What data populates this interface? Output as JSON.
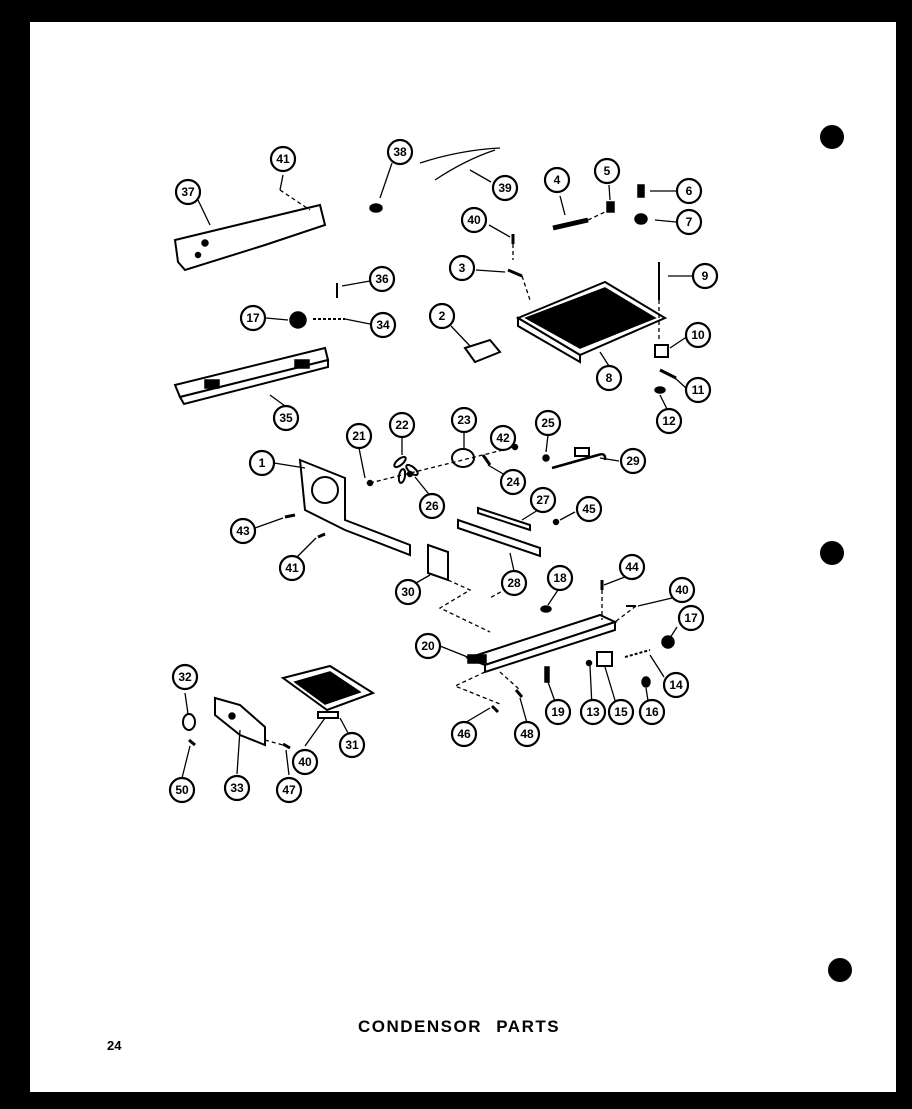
{
  "page": {
    "title": "CONDENSOR PARTS",
    "page_number": "24"
  },
  "callouts": [
    "41",
    "37",
    "38",
    "39",
    "4",
    "5",
    "6",
    "7",
    "40",
    "3",
    "9",
    "36",
    "17",
    "34",
    "2",
    "8",
    "10",
    "11",
    "12",
    "35",
    "21",
    "22",
    "23",
    "42",
    "25",
    "29",
    "1",
    "24",
    "26",
    "43",
    "27",
    "45",
    "41",
    "30",
    "28",
    "18",
    "44",
    "40",
    "17",
    "20",
    "14",
    "13",
    "15",
    "16",
    "19",
    "46",
    "48",
    "32",
    "33",
    "40",
    "31",
    "47",
    "50"
  ]
}
